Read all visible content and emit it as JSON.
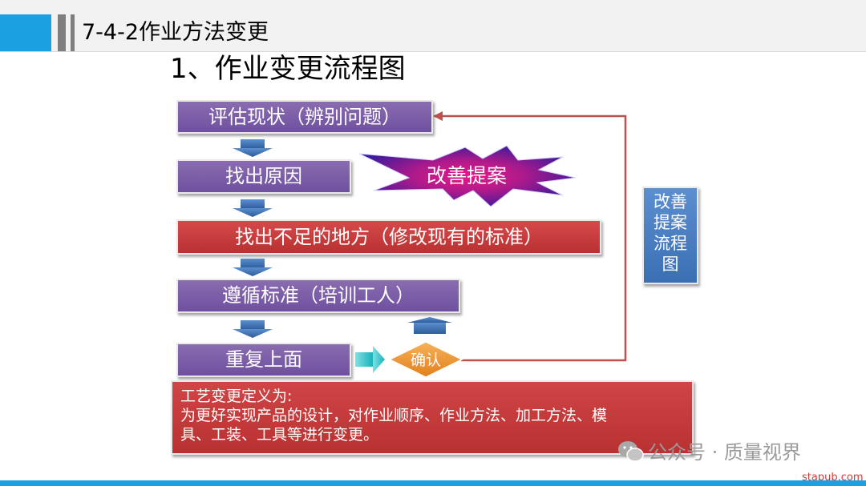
{
  "header": {
    "section_title": "7-4-2作业方法变更"
  },
  "main_title": "1、作业变更流程图",
  "flow": {
    "steps": [
      "评估现状（辨别问题）",
      "找出原因",
      "找出不足的地方（修改现有的标准）",
      "遵循标准（培训工人）",
      "重复上面"
    ],
    "burst_label": "改善提案",
    "decision_label": "确认",
    "side_label_lines": [
      "改善",
      "提案",
      "流程",
      "图"
    ]
  },
  "definition": {
    "lines": [
      "工艺变更定义为:",
      "为更好实现产品的设计，对作业顺序、作业方法、加工方法、模",
      "具、工装、工具等进行变更。"
    ]
  },
  "watermark": {
    "account_text": "公众号 · 质量视界",
    "url": "stapub.com"
  },
  "colors": {
    "accent_blue": "#1ba1e2",
    "step_purple": "#7a5ca8",
    "step_red": "#c63c3c",
    "side_blue": "#4a7ec3",
    "arrow_blue": "#3b6fb4",
    "arrow_cyan": "#2bc4c9",
    "decision_orange": "#f0962e",
    "loop_line_red": "#c0504d"
  }
}
